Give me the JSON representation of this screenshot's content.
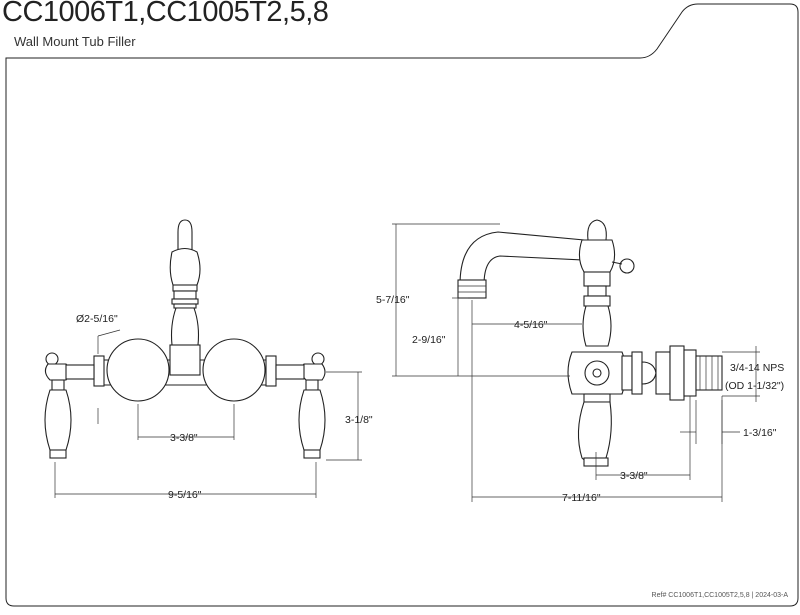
{
  "header": {
    "title": "CC1006T1,CC1005T2,5,8",
    "subtitle": "Wall Mount Tub Filler"
  },
  "front_view": {
    "dims": {
      "diameter": "Ø2-5/16\"",
      "center_spacing": "3-3/8\"",
      "overall_width": "9-5/16\"",
      "handle_height": "3-1/8\""
    }
  },
  "side_view": {
    "dims": {
      "total_height": "5-7/16\"",
      "spout_height": "2-9/16\"",
      "spout_reach": "4-5/16\"",
      "connection": "3/4-14 NPS",
      "connection_od": "(OD 1-1/32\")",
      "inlet_length": "1-3/16\"",
      "wall_offset": "3-3/8\"",
      "overall_depth": "7-11/16\""
    }
  },
  "footer": {
    "ref": "Ref# CC1006T1,CC1005T2,5,8 | 2024-03-A"
  }
}
